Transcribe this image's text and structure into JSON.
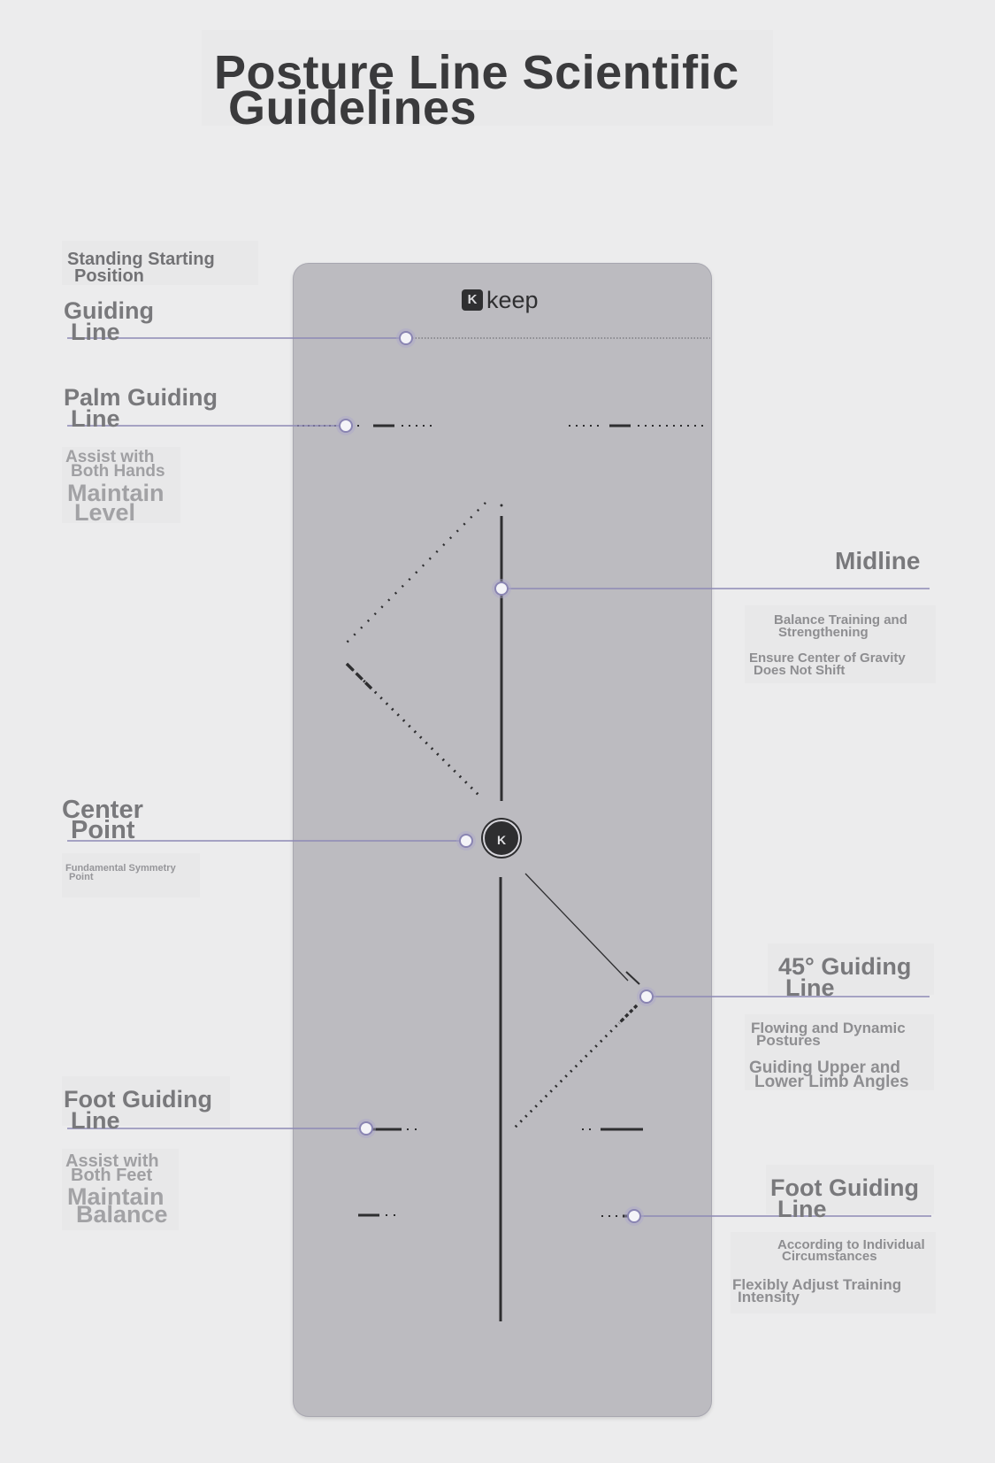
{
  "title": {
    "line1": "Posture Line Scientific",
    "line2": "Guidelines"
  },
  "brand": {
    "badge": "K",
    "name": "keep",
    "center_mark": "K"
  },
  "colors": {
    "mat": "#bcbbc0",
    "line": "#2e2e30",
    "leader": "#8d89b5",
    "background": "#ececed"
  },
  "labels": {
    "standing": {
      "sub1": "Standing Starting",
      "sub2": "Position",
      "head1": "Guiding",
      "head2": "Line"
    },
    "palm": {
      "head1": "Palm Guiding",
      "head2": "Line",
      "sub1": "Assist with",
      "sub2": "Both Hands",
      "sub3": "Maintain",
      "sub4": "Level"
    },
    "midline": {
      "head": "Midline",
      "sub1": "Balance Training and",
      "sub2": "Strengthening",
      "sub3": "Ensure Center of Gravity",
      "sub4": "Does Not Shift"
    },
    "center": {
      "head1": "Center",
      "head2": "Point",
      "sub1": "Fundamental Symmetry",
      "sub2": "Point"
    },
    "angle45": {
      "head1": "45° Guiding",
      "head2": "Line",
      "sub1": "Flowing and Dynamic",
      "sub2": "Postures",
      "sub3": "Guiding Upper and",
      "sub4": "Lower Limb Angles"
    },
    "foot_left": {
      "head1": "Foot Guiding",
      "head2": "Line",
      "sub1": "Assist with",
      "sub2": "Both Feet",
      "sub3": "Maintain",
      "sub4": "Balance"
    },
    "foot_right": {
      "head1": "Foot Guiding",
      "head2": "Line",
      "sub1": "According to Individual",
      "sub2": "Circumstances",
      "sub3": "Flexibly Adjust Training",
      "sub4": "Intensity"
    }
  }
}
